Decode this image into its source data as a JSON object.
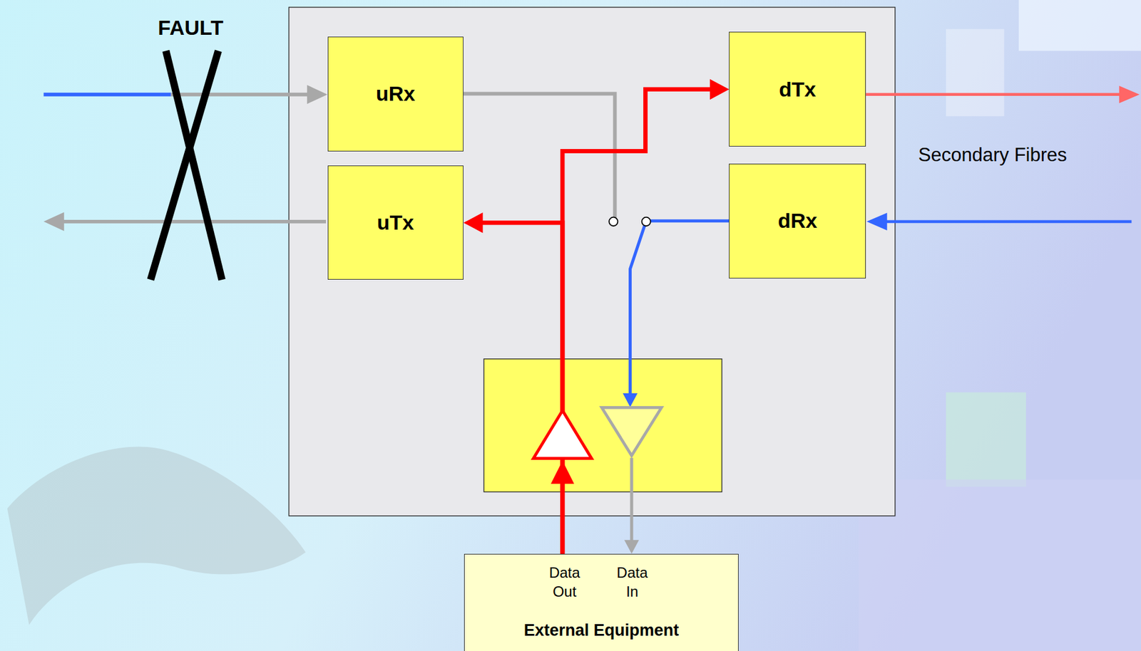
{
  "diagram": {
    "nodes": [
      {
        "text": [
          "uRx"
        ]
      },
      {
        "text": [
          "dTx"
        ]
      },
      {
        "text": [
          "uTx"
        ]
      },
      {
        "text": [
          "dRx"
        ]
      },
      {
        "text": [
          "Data Out",
          "Data In",
          "External Equipment"
        ]
      }
    ],
    "edges": [
      {
        "from": 4,
        "to": 1,
        "arrow": "to"
      },
      {
        "from": 4,
        "to": 2,
        "arrow": "to"
      },
      {
        "from": 3,
        "to": 4,
        "arrow": "to"
      }
    ],
    "labels": [
      "FAULT",
      "Secondary Fibres"
    ]
  }
}
